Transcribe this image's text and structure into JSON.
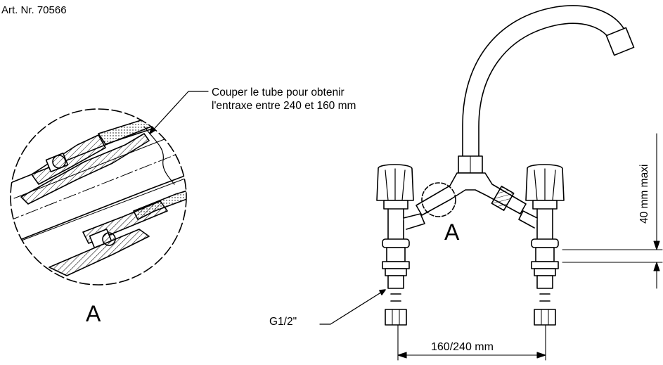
{
  "article_number": "Art. Nr. 70566",
  "note": {
    "line1": "Couper le tube pour obtenir",
    "line2": "l'entraxe entre 240 et 160 mm"
  },
  "detail_label": "A",
  "detail_marker": "A",
  "thread_label": "G1/2\"",
  "span_dimension": "160/240 mm",
  "max_height_dimension": "40 mm maxi",
  "colors": {
    "line": "#000000",
    "background": "#ffffff"
  }
}
